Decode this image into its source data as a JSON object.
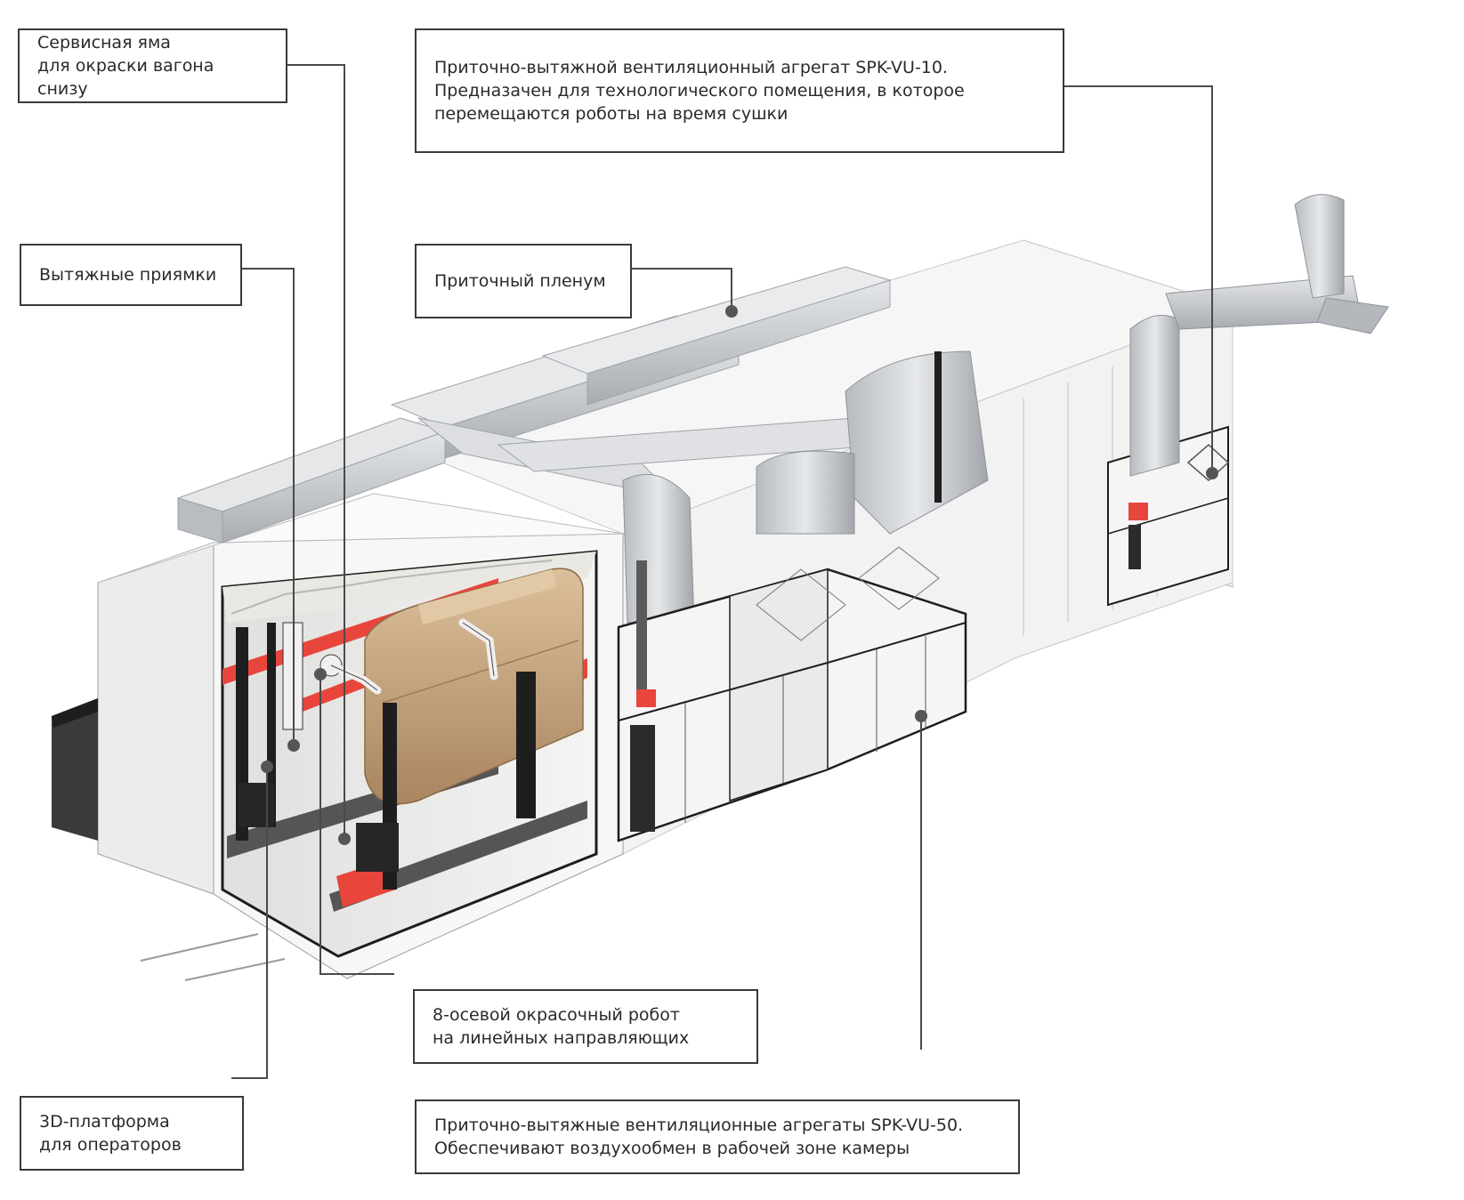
{
  "callouts": {
    "service_pit": "Сервисная яма\nдля окраски вагона снизу",
    "extraction_pits": "Вытяжные приямки",
    "supply_plenum": "Приточный пленум",
    "vu10": "Приточно-вытяжной вентиляционный агрегат SPK-VU-10.\nПредназачен для технологического помещения, в которое\nперемещаются роботы на время сушки",
    "robot": "8-осевой окрасочный робот\nна линейных направляющих",
    "platform": "3D-платформа\nдля операторов",
    "vu50": "Приточно-вытяжные вентиляционные агрегаты SPK-VU-50.\nОбеспечивают воздухообмен в рабочей зоне камеры"
  },
  "colors": {
    "accent_red": "#e8463c",
    "duct_grey": "#c9ccd0",
    "panel_white": "#f2f2f2",
    "frame_dark": "#1e1e1e",
    "wagon_tan": "#c8a57c"
  },
  "icons": {
    "robot": "industrial-robot-arm",
    "wagon": "railway-wagon"
  }
}
